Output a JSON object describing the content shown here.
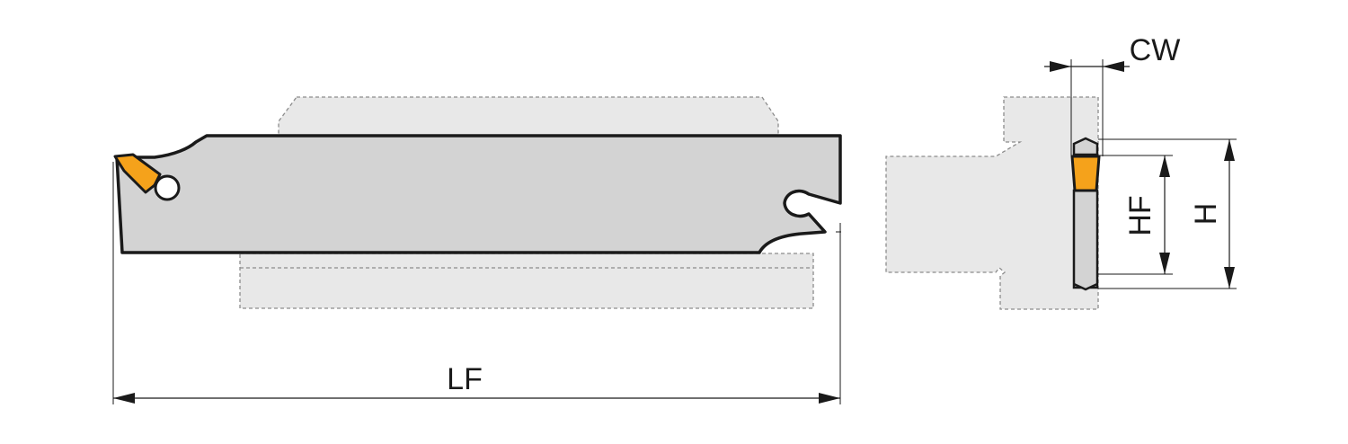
{
  "labels": {
    "lf": "LF",
    "cw": "CW",
    "hf": "HF",
    "h": "H"
  },
  "colors": {
    "insert": "#f5a21b",
    "blade": "#d3d3d3",
    "holder": "#e8e8e8",
    "outline": "#1a1a1a"
  }
}
